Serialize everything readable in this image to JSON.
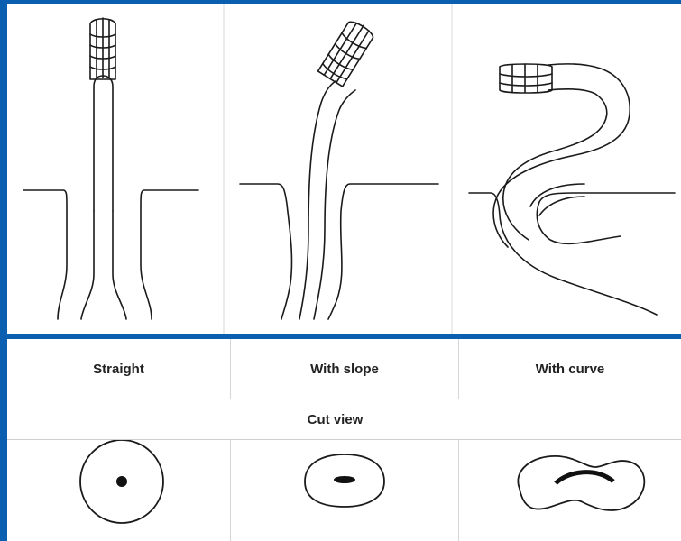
{
  "figure": {
    "columns": [
      {
        "label": "Straight",
        "cross_section": "round"
      },
      {
        "label": "With slope",
        "cross_section": "oval"
      },
      {
        "label": "With curve",
        "cross_section": "kidney"
      }
    ],
    "cut_view_label": "Cut view"
  },
  "colors": {
    "frame": "#0a5fb0",
    "line": "#1a1a1a",
    "divider": "#d0d0d0"
  }
}
